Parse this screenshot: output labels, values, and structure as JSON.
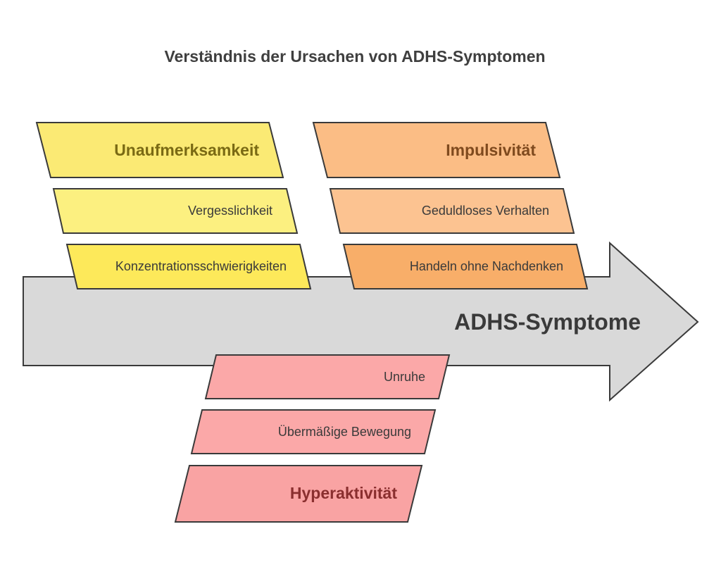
{
  "title": "Verständnis der Ursachen von ADHS-Symptomen",
  "spine": {
    "label": "ADHS-Symptome",
    "color": "#d9d9d9"
  },
  "categories": [
    {
      "id": "unaufmerksamkeit",
      "label": "Unaufmerksamkeit",
      "label_color": "#7a6a14",
      "head_color": "#fbea74",
      "item_colors": [
        "#fcf080",
        "#fde95a"
      ],
      "items": [
        "Vergesslichkeit",
        "Konzentrationsschwierigkeiten"
      ]
    },
    {
      "id": "impulsivitaet",
      "label": "Impulsivität",
      "label_color": "#7f4a1e",
      "head_color": "#fbbd85",
      "item_colors": [
        "#fcc391",
        "#f8ae69"
      ],
      "items": [
        "Geduldloses Verhalten",
        "Handeln ohne Nachdenken"
      ]
    },
    {
      "id": "hyperaktivitaet",
      "label": "Hyperaktivität",
      "label_color": "#8a2f2f",
      "head_color": "#f9a3a3",
      "item_colors": [
        "#fba8a8",
        "#fba8a8"
      ],
      "items": [
        "Unruhe",
        "Übermäßige Bewegung"
      ]
    }
  ]
}
